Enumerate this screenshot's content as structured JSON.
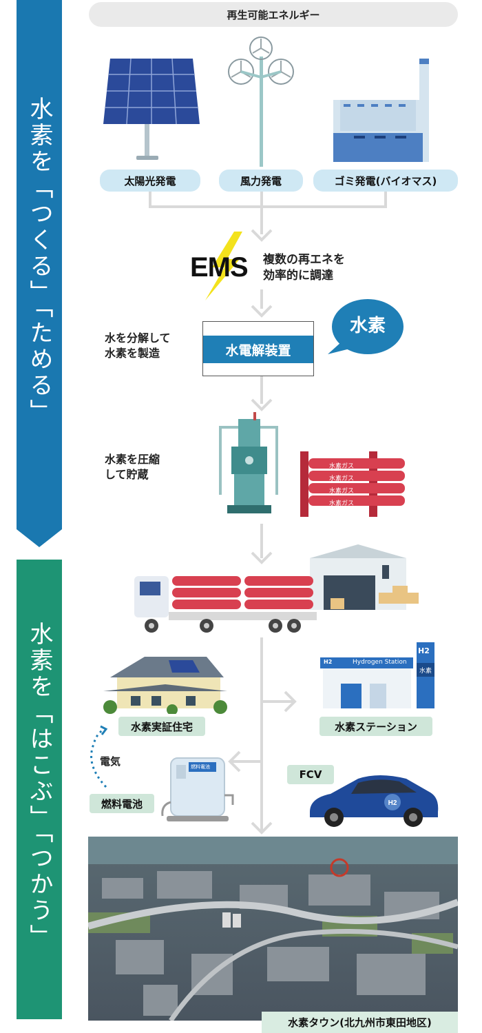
{
  "sidebar": {
    "make_store": "水素を「つくる」「ためる」",
    "carry_use": "水素を「はこぶ」「つかう」"
  },
  "renewable_header": "再生可能エネルギー",
  "sources": {
    "solar": "太陽光発電",
    "wind": "風力発電",
    "garbage": "ゴミ発電(バイオマス)"
  },
  "ems": {
    "logo": "EMS",
    "description_line1": "複数の再エネを",
    "description_line2": "効率的に調達"
  },
  "electrolysis": {
    "description_line1": "水を分解して",
    "description_line2": "水素を製造",
    "device_label": "水電解装置",
    "bubble": "水素"
  },
  "compression": {
    "description_line1": "水素を圧縮",
    "description_line2": "して貯蔵",
    "tank_label": "水素ガス"
  },
  "uses": {
    "house": "水素実証住宅",
    "station": "水素ステーション",
    "station_sign": "Hydrogen Station",
    "h2": "H2",
    "station_pole": "水素",
    "electricity": "電気",
    "fuel_cell": "燃料電池",
    "fuel_cell_device": "燃料電池",
    "fcv": "FCV",
    "town": "水素タウン(北九州市東田地区)"
  },
  "colors": {
    "blue_band": "#1a78b0",
    "green_band": "#1e9474",
    "accent_blue": "#1f7fb6",
    "connector": "#d9d9d9"
  }
}
